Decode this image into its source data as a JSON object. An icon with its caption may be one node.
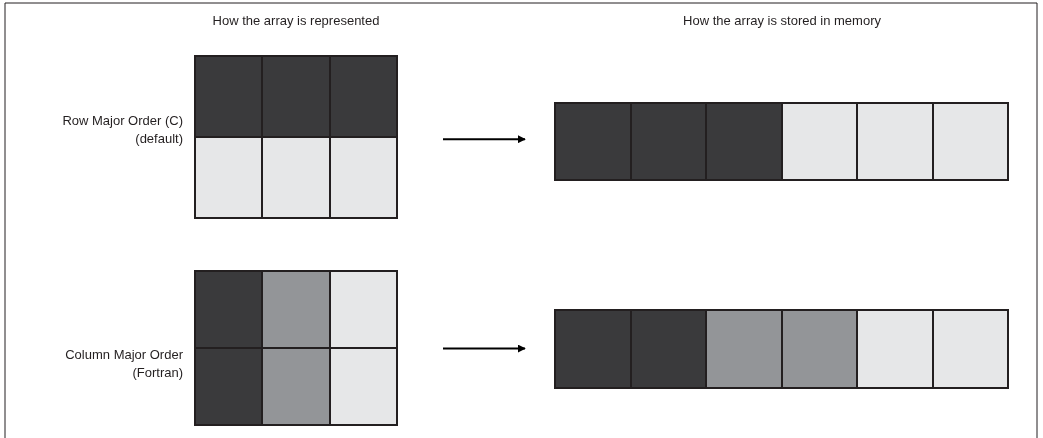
{
  "diagram": {
    "nodes": [
      {
        "text": [],
        "shape": "box"
      },
      {
        "text": [],
        "shape": "box"
      },
      {
        "text": [],
        "shape": "box"
      },
      {
        "text": [],
        "shape": "box"
      }
    ],
    "edges": [
      {
        "from": 0,
        "to": 1,
        "arrow": "to"
      },
      {
        "from": 2,
        "to": 3,
        "arrow": "to"
      }
    ],
    "labels": [
      "How the array is represented",
      "How the array is stored in memory",
      "Row Major Order (C) (default)",
      "Column Major Order (Fortran)"
    ]
  }
}
